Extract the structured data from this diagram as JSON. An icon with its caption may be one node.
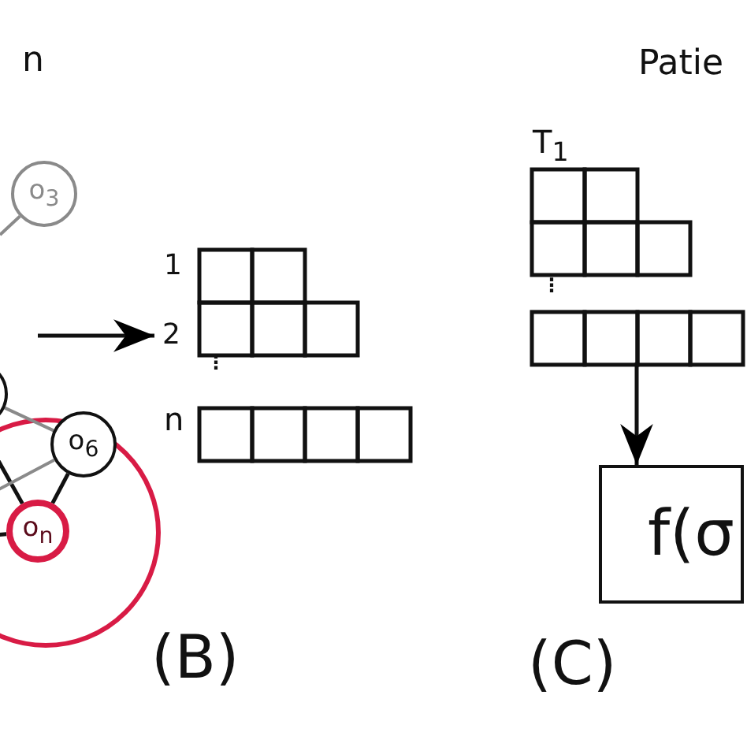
{
  "diagram": {
    "nodes": [
      {
        "text": [],
        "shape": "circle"
      },
      {
        "text": [
          "o$_{3}$"
        ]
      },
      {
        "text": [
          "o$_{6}$"
        ]
      },
      {
        "text": [
          "o$_{n}$"
        ]
      },
      {
        "text": [],
        "shape": "grid"
      },
      {
        "text": [
          "T$_{1}$"
        ]
      },
      {
        "text": [
          "f(σ"
        ]
      }
    ],
    "edges": [
      {
        "from": null,
        "to": 1,
        "arrow": "none",
        "color": "#8a8a8a"
      },
      {
        "from": 0,
        "to": 2,
        "arrow": "none",
        "color": "#8a8a8a"
      },
      {
        "from": null,
        "to": 3,
        "arrow": "none"
      },
      {
        "from": null,
        "to": 2,
        "arrow": "none",
        "color": "#8a8a8a"
      },
      {
        "from": 2,
        "to": 3,
        "arrow": "none"
      },
      {
        "from": null,
        "to": 3,
        "arrow": "none"
      },
      {
        "from": null,
        "to": 4,
        "arrow": "to"
      },
      {
        "from": 5,
        "to": 6,
        "arrow": "to"
      }
    ],
    "labels": [
      "n",
      "Patie",
      "1",
      "2",
      "⋮",
      "n",
      "(B)",
      "⋮",
      "(C)"
    ]
  }
}
